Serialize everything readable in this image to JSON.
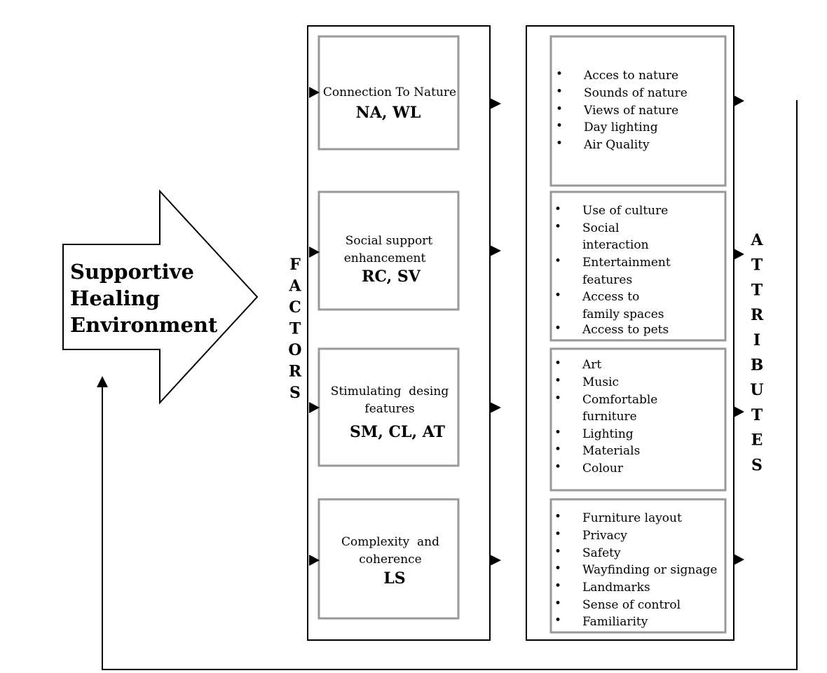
{
  "main_arrow": {
    "lines": [
      "Supportive",
      "Healing",
      "Environment"
    ]
  },
  "factors_label": "FACTORS",
  "attributes_label": "ATTRIBUTES",
  "factors": [
    {
      "title_lines": [
        "Connection To Nature"
      ],
      "code": "NA, WL"
    },
    {
      "title_lines": [
        "Social support",
        "enhancement"
      ],
      "code": "RC, SV"
    },
    {
      "title_lines": [
        "Stimulating  desing",
        "features"
      ],
      "code": "SM, CL, AT"
    },
    {
      "title_lines": [
        "Complexity  and",
        "coherence"
      ],
      "code": "LS"
    }
  ],
  "attributes": [
    {
      "items": [
        [
          "Acces to nature"
        ],
        [
          "Sounds of nature"
        ],
        [
          "Views of nature"
        ],
        [
          "Day lighting"
        ],
        [
          "Air Quality"
        ]
      ]
    },
    {
      "items": [
        [
          "Use of culture"
        ],
        [
          "Social",
          "interaction"
        ],
        [
          "Entertainment",
          "features"
        ],
        [
          "Access to",
          "family spaces"
        ],
        [
          "Access to pets"
        ]
      ]
    },
    {
      "items": [
        [
          "Art"
        ],
        [
          "Music"
        ],
        [
          "Comfortable",
          "furniture"
        ],
        [
          "Lighting"
        ],
        [
          "Materials"
        ],
        [
          "Colour"
        ]
      ]
    },
    {
      "items": [
        [
          "Furniture layout"
        ],
        [
          "Privacy"
        ],
        [
          "Safety"
        ],
        [
          "Wayfinding or signage"
        ],
        [
          "Landmarks"
        ],
        [
          "Sense of control"
        ],
        [
          "Familiarity"
        ]
      ]
    }
  ]
}
